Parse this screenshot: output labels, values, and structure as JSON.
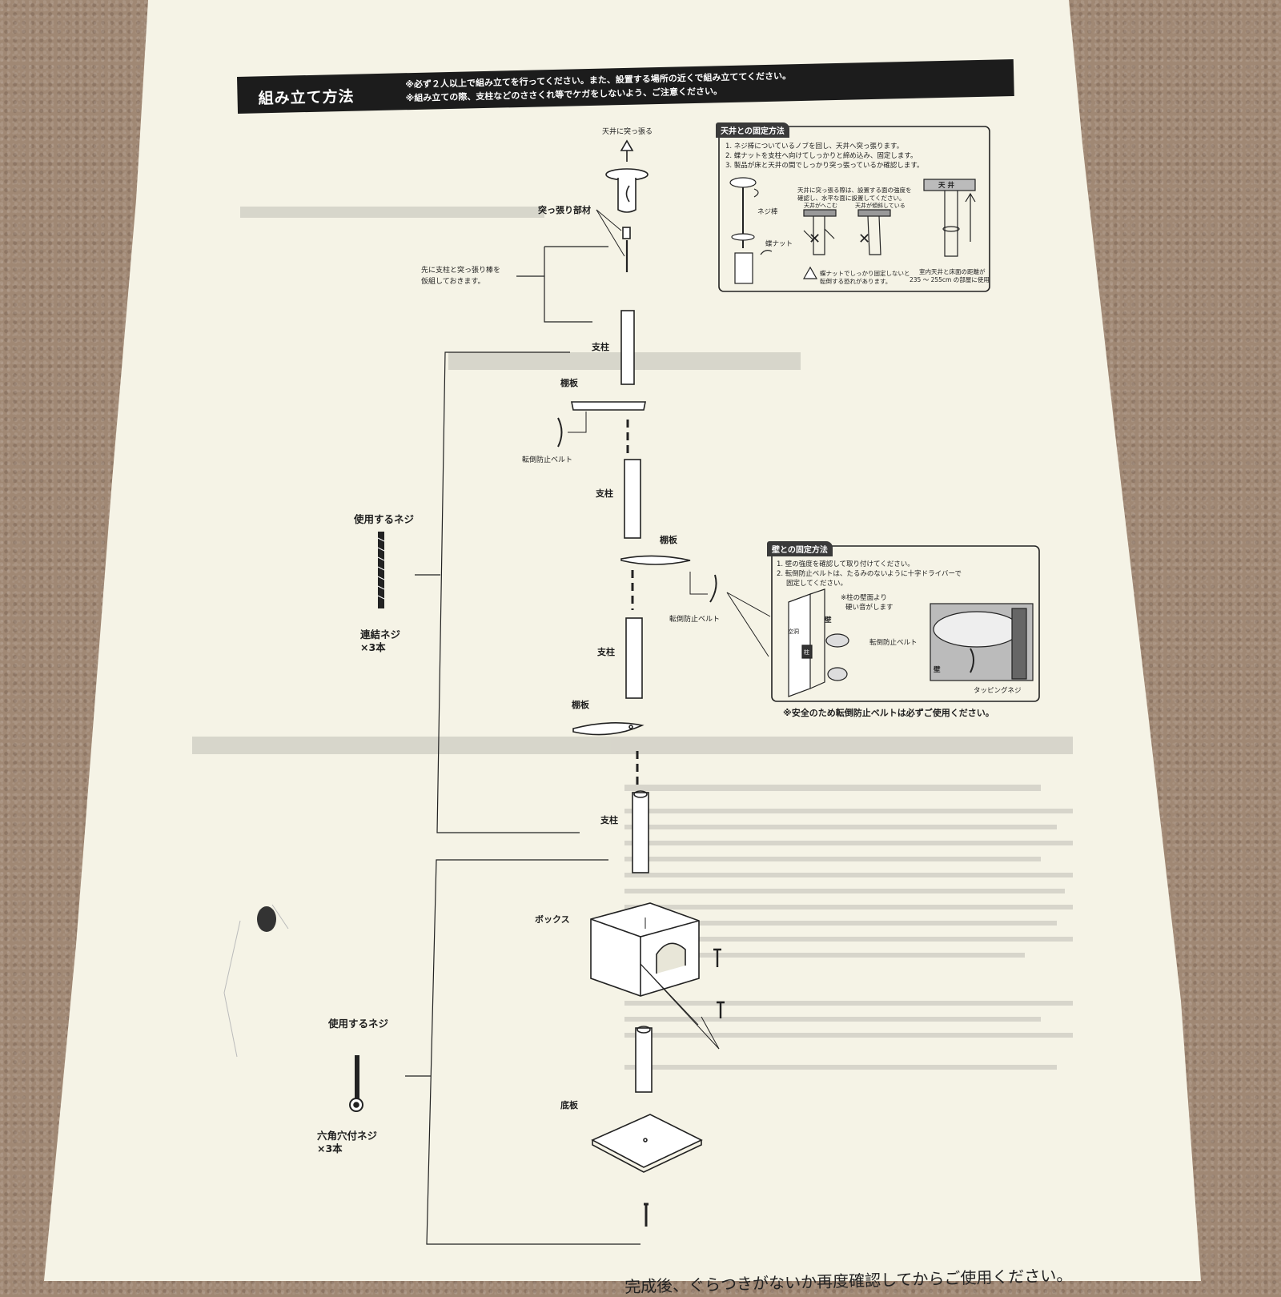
{
  "header": {
    "title": "組み立て方法",
    "note1": "※必ず２人以上で組み立てを行ってください。また、設置する場所の近くで組み立ててください。",
    "note2": "※組み立ての際、支柱などのささくれ等でケガをしないよう、ご注意ください。"
  },
  "diagram": {
    "to_ceiling": "天井に突っ張る",
    "tension_part": "突っ張り部材",
    "pre_assemble_1": "先に支柱と突っ張り棒を",
    "pre_assemble_2": "仮組しておきます。",
    "post_1": "支柱",
    "shelf_1": "棚板",
    "belt_1": "転倒防止ベルト",
    "post_2": "支柱",
    "shelf_2": "棚板",
    "belt_2": "転倒防止ベルト",
    "post_3": "支柱",
    "shelf_3": "棚板",
    "post_4": "支柱",
    "box": "ボックス",
    "base": "底板"
  },
  "screws_upper": {
    "heading": "使用するネジ",
    "name": "連結ネジ",
    "qty": "×3本"
  },
  "screws_lower": {
    "heading": "使用するネジ",
    "name": "六角穴付ネジ",
    "qty": "×3本"
  },
  "ceiling_box": {
    "title": "天井との固定方法",
    "step1": "1. ネジ棒についているノブを回し、天井へ突っ張ります。",
    "step2": "2. 蝶ナットを支柱へ向けてしっかりと締め込み、固定します。",
    "step3": "3. 製品が床と天井の間でしっかり突っ張っているか確認します。",
    "screw_rod": "ネジ棒",
    "wing_nut": "蝶ナット",
    "note_a": "天井に突っ張る際は、設置する面の強度を",
    "note_b": "確認し、水平な面に設置してください。",
    "bad_1": "天井がへこむ",
    "bad_2": "天井が傾斜している",
    "ceiling": "天 井",
    "warn_1": "蝶ナットでしっかり固定しないと",
    "warn_2": "転倒する恐れがあります。",
    "range_1": "室内天井と床面の距離が",
    "range_2": "235 ～ 255cm の部屋に使用"
  },
  "wall_box": {
    "title": "壁との固定方法",
    "step1": "1. 壁の強度を確認して取り付けてください。",
    "step2": "2. 転倒防止ベルトは、たるみのないように十字ドライバーで",
    "step2b": "固定してください。",
    "pillar_note_1": "※柱の壁面より",
    "pillar_note_2": "硬い音がします",
    "wall": "壁",
    "void": "空洞",
    "pillar": "柱",
    "belt": "転倒防止ベルト",
    "wall2": "壁",
    "tapping": "タッピングネジ",
    "safety": "※安全のため転倒防止ベルトは必ずご使用ください。"
  },
  "footer": {
    "text": "完成後、ぐらつきがないか再度確認してからご使用ください。"
  }
}
